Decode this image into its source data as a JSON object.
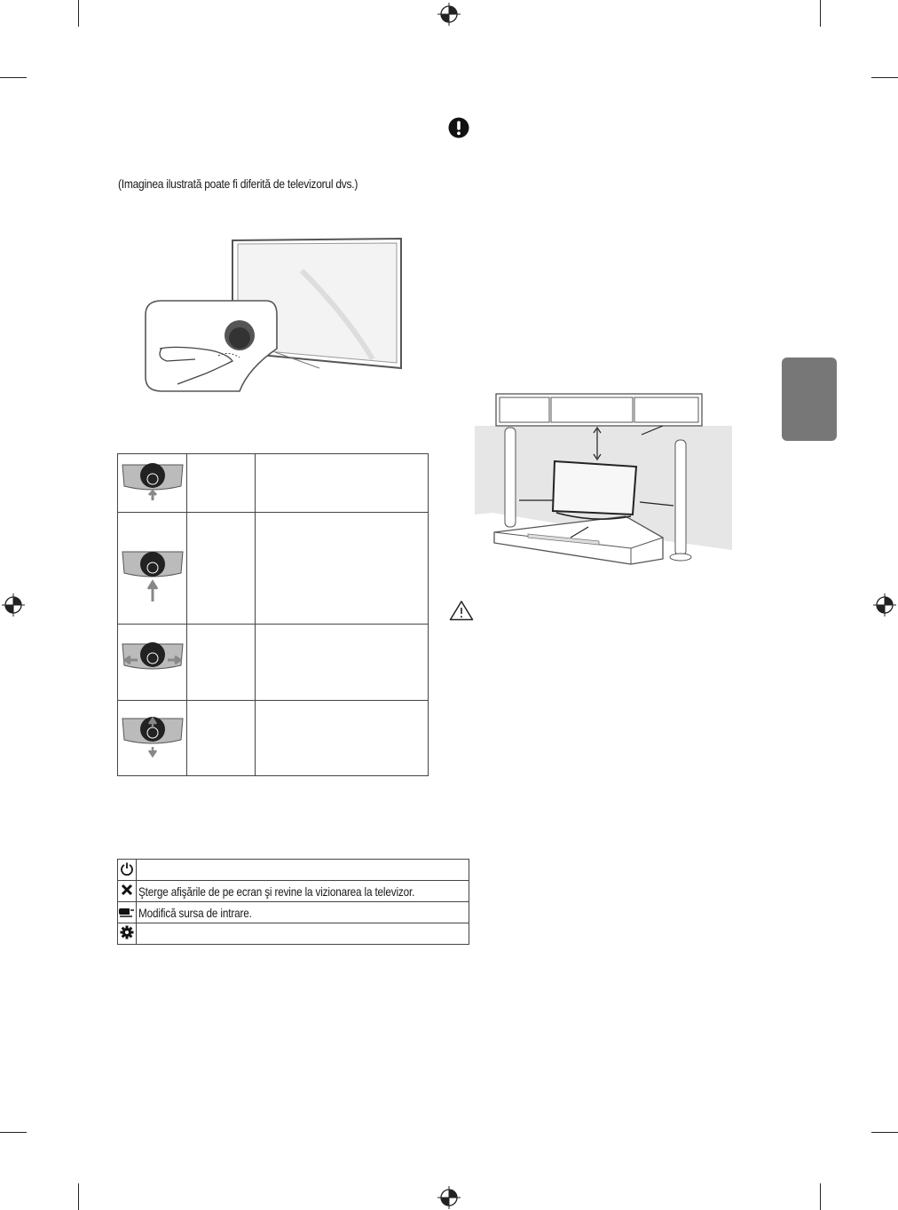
{
  "caption": "(Imaginea ilustrată poate fi diferită de televizorul dvs.)",
  "joystick_table": {
    "rows": [
      {
        "icon": "joystick-press-icon",
        "label": "",
        "description": ""
      },
      {
        "icon": "joystick-hold-icon",
        "label": "",
        "description": ""
      },
      {
        "icon": "joystick-left-right-icon",
        "label": "",
        "description": ""
      },
      {
        "icon": "joystick-up-down-icon",
        "label": "",
        "description": ""
      }
    ]
  },
  "icon_table": {
    "rows": [
      {
        "icon": "power-icon",
        "text": ""
      },
      {
        "icon": "close-x-icon",
        "text": "Şterge afişările de pe ecran şi revine la vizionarea la televizor."
      },
      {
        "icon": "input-source-icon",
        "text": "Modifică sursa de intrare."
      },
      {
        "icon": "gear-icon",
        "text": ""
      }
    ]
  },
  "notices": {
    "note_icon": "exclamation-circle-icon",
    "caution_icon": "warning-triangle-icon"
  },
  "colors": {
    "side_tab": "#777777",
    "line": "#444444"
  }
}
